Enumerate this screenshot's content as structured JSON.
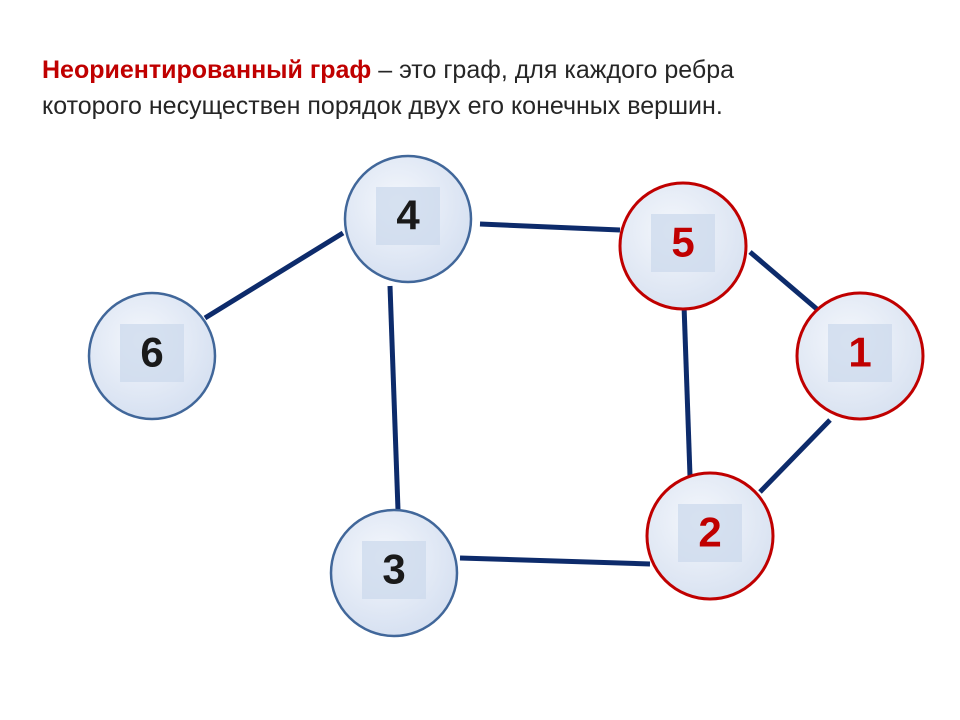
{
  "definition": {
    "term": "Неориентированный граф",
    "line1_rest": " – это граф, для каждого ребра",
    "line2": "которого несуществен порядок двух его конечных вершин."
  },
  "graph": {
    "vertices": [
      {
        "id": "4",
        "label": "4",
        "style": "blue"
      },
      {
        "id": "5",
        "label": "5",
        "style": "red"
      },
      {
        "id": "6",
        "label": "6",
        "style": "blue"
      },
      {
        "id": "1",
        "label": "1",
        "style": "red"
      },
      {
        "id": "3",
        "label": "3",
        "style": "blue"
      },
      {
        "id": "2",
        "label": "2",
        "style": "red"
      }
    ],
    "edges": [
      {
        "from": "6",
        "to": "4"
      },
      {
        "from": "4",
        "to": "5"
      },
      {
        "from": "4",
        "to": "3"
      },
      {
        "from": "5",
        "to": "1"
      },
      {
        "from": "5",
        "to": "2"
      },
      {
        "from": "1",
        "to": "2"
      },
      {
        "from": "3",
        "to": "2"
      }
    ],
    "colors": {
      "edge": "#0d2b6b",
      "blue_fill": "#dbe5f3",
      "blue_stroke": "#41679a",
      "blue_label": "#1a1a1a",
      "red_fill": "#dfe6f2",
      "red_stroke": "#c00000",
      "red_label": "#c00000",
      "label_box": "#ccd9ec"
    }
  }
}
